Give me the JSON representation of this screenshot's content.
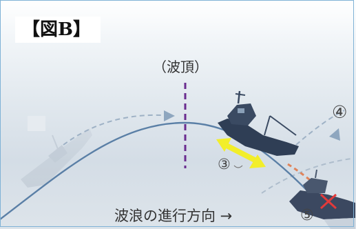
{
  "title": "【図B】",
  "crest_label": "（波頂）",
  "direction_label": "波浪の進行方向 →",
  "markers": {
    "four": "④",
    "three": "③",
    "five": "⑤"
  },
  "colors": {
    "wave_line": "#5a7fa6",
    "crest_line": "#6a2c8f",
    "double_arrow": "#f2ee2a",
    "boat": "#2f3e55",
    "dashed_path": "#8aa3bd",
    "red_path": "#e0835a",
    "x_mark": "#e23a3a"
  }
}
